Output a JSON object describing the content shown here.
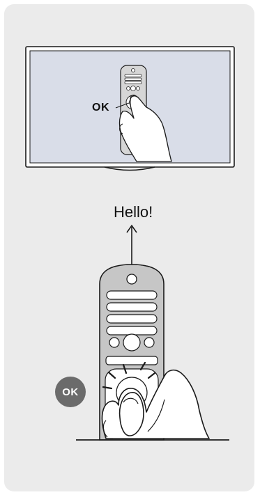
{
  "tv_illustration": {
    "ok_label": "OK"
  },
  "message": {
    "text": "Hello!"
  },
  "remote_illustration": {
    "ok_badge_label": "OK"
  },
  "colors": {
    "card_background": "#ebebeb",
    "tv_screen": "#d9dde8",
    "remote_body": "#c6c6c6",
    "badge": "#6b6b6b"
  }
}
